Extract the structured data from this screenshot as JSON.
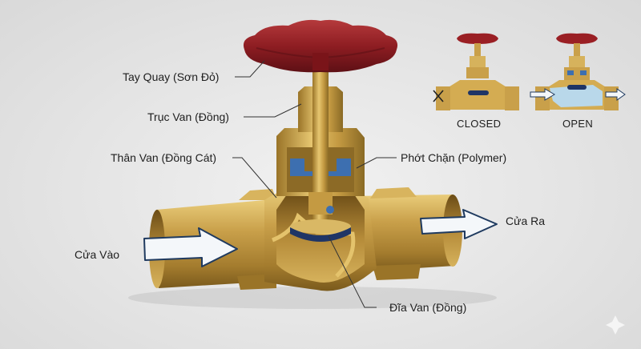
{
  "diagram": {
    "subject": "Globe valve cutaway",
    "labels": {
      "handwheel": "Tay Quay (Sơn Đỏ)",
      "stem": "Trục Van (Đồng)",
      "body": "Thân Van (Đồng Cát)",
      "seal": "Phớt Chặn (Polymer)",
      "inlet": "Cửa Vào",
      "outlet": "Cửa Ra",
      "disc": "Đĩa Van (Đồng)"
    },
    "inset": {
      "closed_label": "CLOSED",
      "open_label": "OPEN"
    },
    "colors": {
      "handwheel_red": "#8e1d22",
      "brass": "#c9a04a",
      "brass_dark": "#8a6a25",
      "seal_blue": "#3d6fb0",
      "disc_navy": "#1f3566",
      "arrow_fill": "#f4f7fa",
      "arrow_stroke": "#1f3a5f",
      "water_blue": "#b9d8ea",
      "background": "#e6e6e6"
    }
  }
}
